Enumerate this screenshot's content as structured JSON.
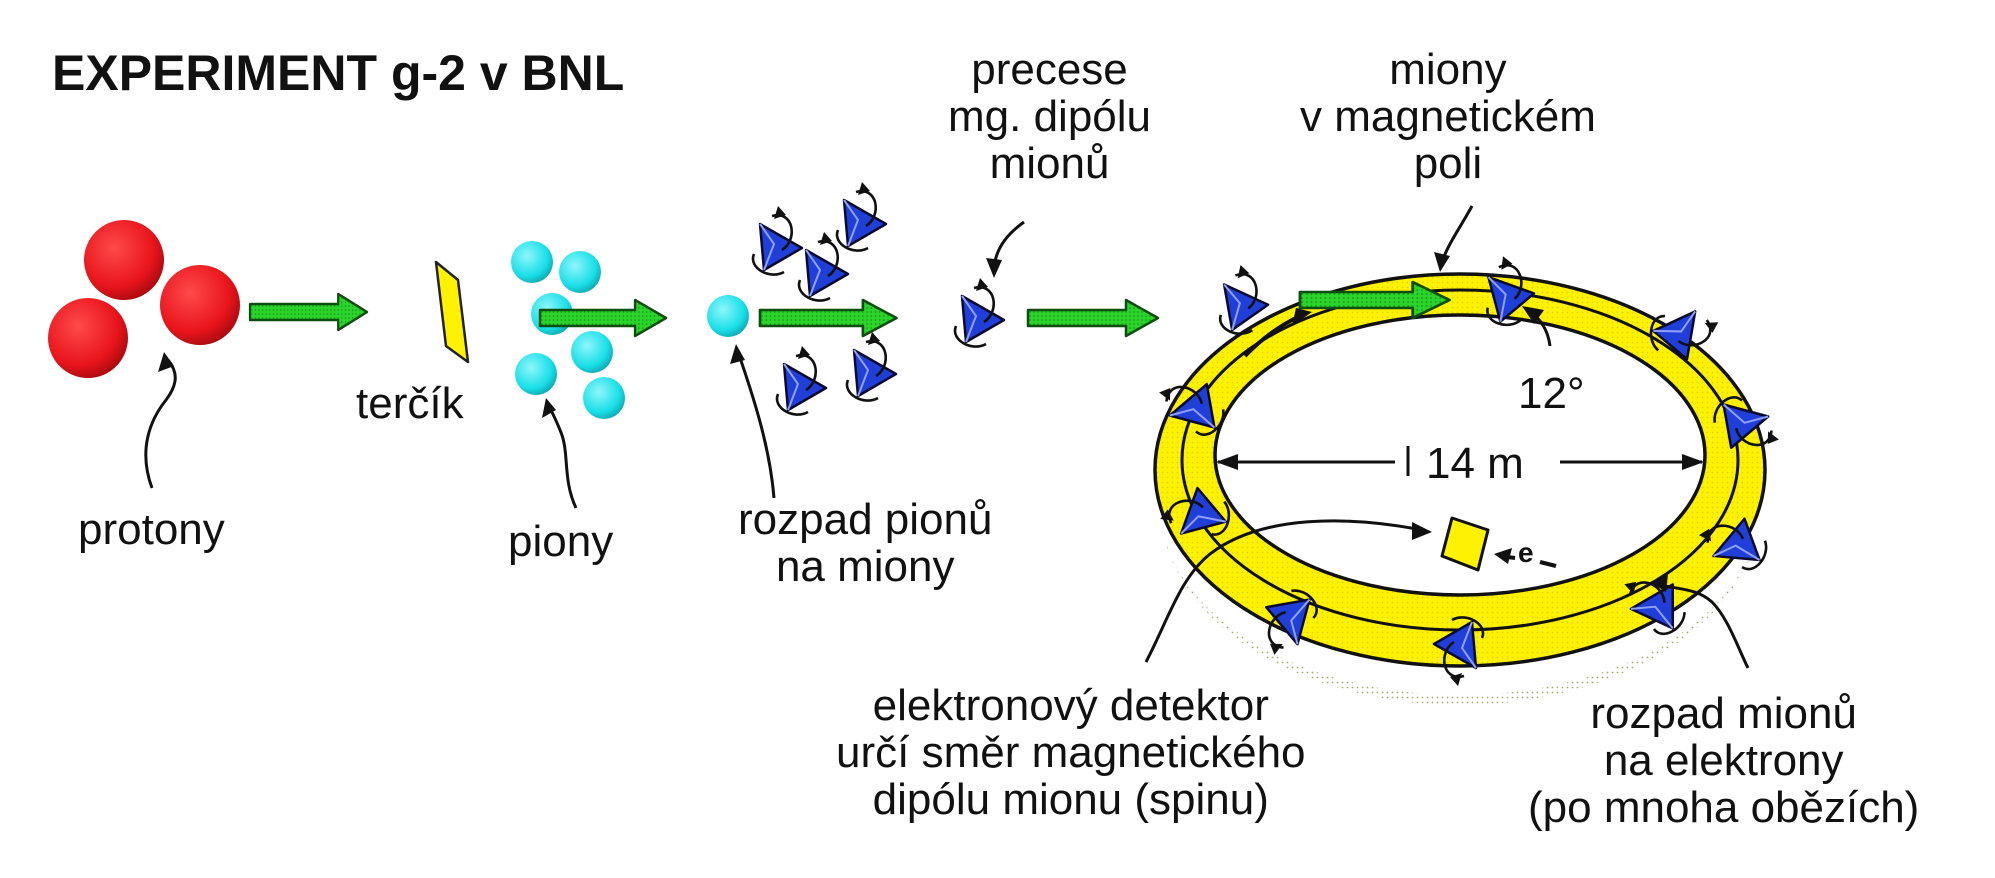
{
  "title": "EXPERIMENT g-2 v BNL",
  "labels": {
    "protons": "protony",
    "target": "terčík",
    "pions": "piony",
    "pion_decay": [
      "rozpad pionů",
      "na miony"
    ],
    "precession": [
      "precese",
      "mg. dipólu",
      "mionů"
    ],
    "muons_in_field": [
      "miony",
      "v magnetickém",
      "poli"
    ],
    "angle": "12°",
    "diameter": "14 m",
    "electron": "e",
    "detector": [
      "elektronový detektor",
      "určí směr magnetického",
      "dipólu mionu (spinu)"
    ],
    "muon_decay": [
      "rozpad mionů",
      "na elektrony",
      "(po mnoha obězích)"
    ]
  },
  "colors": {
    "proton": "#e8141b",
    "pion": "#19dfe8",
    "muon": "#1f3fd8",
    "ring": "#fff200",
    "target": "#fff200",
    "arrow": "#2bd42b",
    "text": "#111111"
  }
}
